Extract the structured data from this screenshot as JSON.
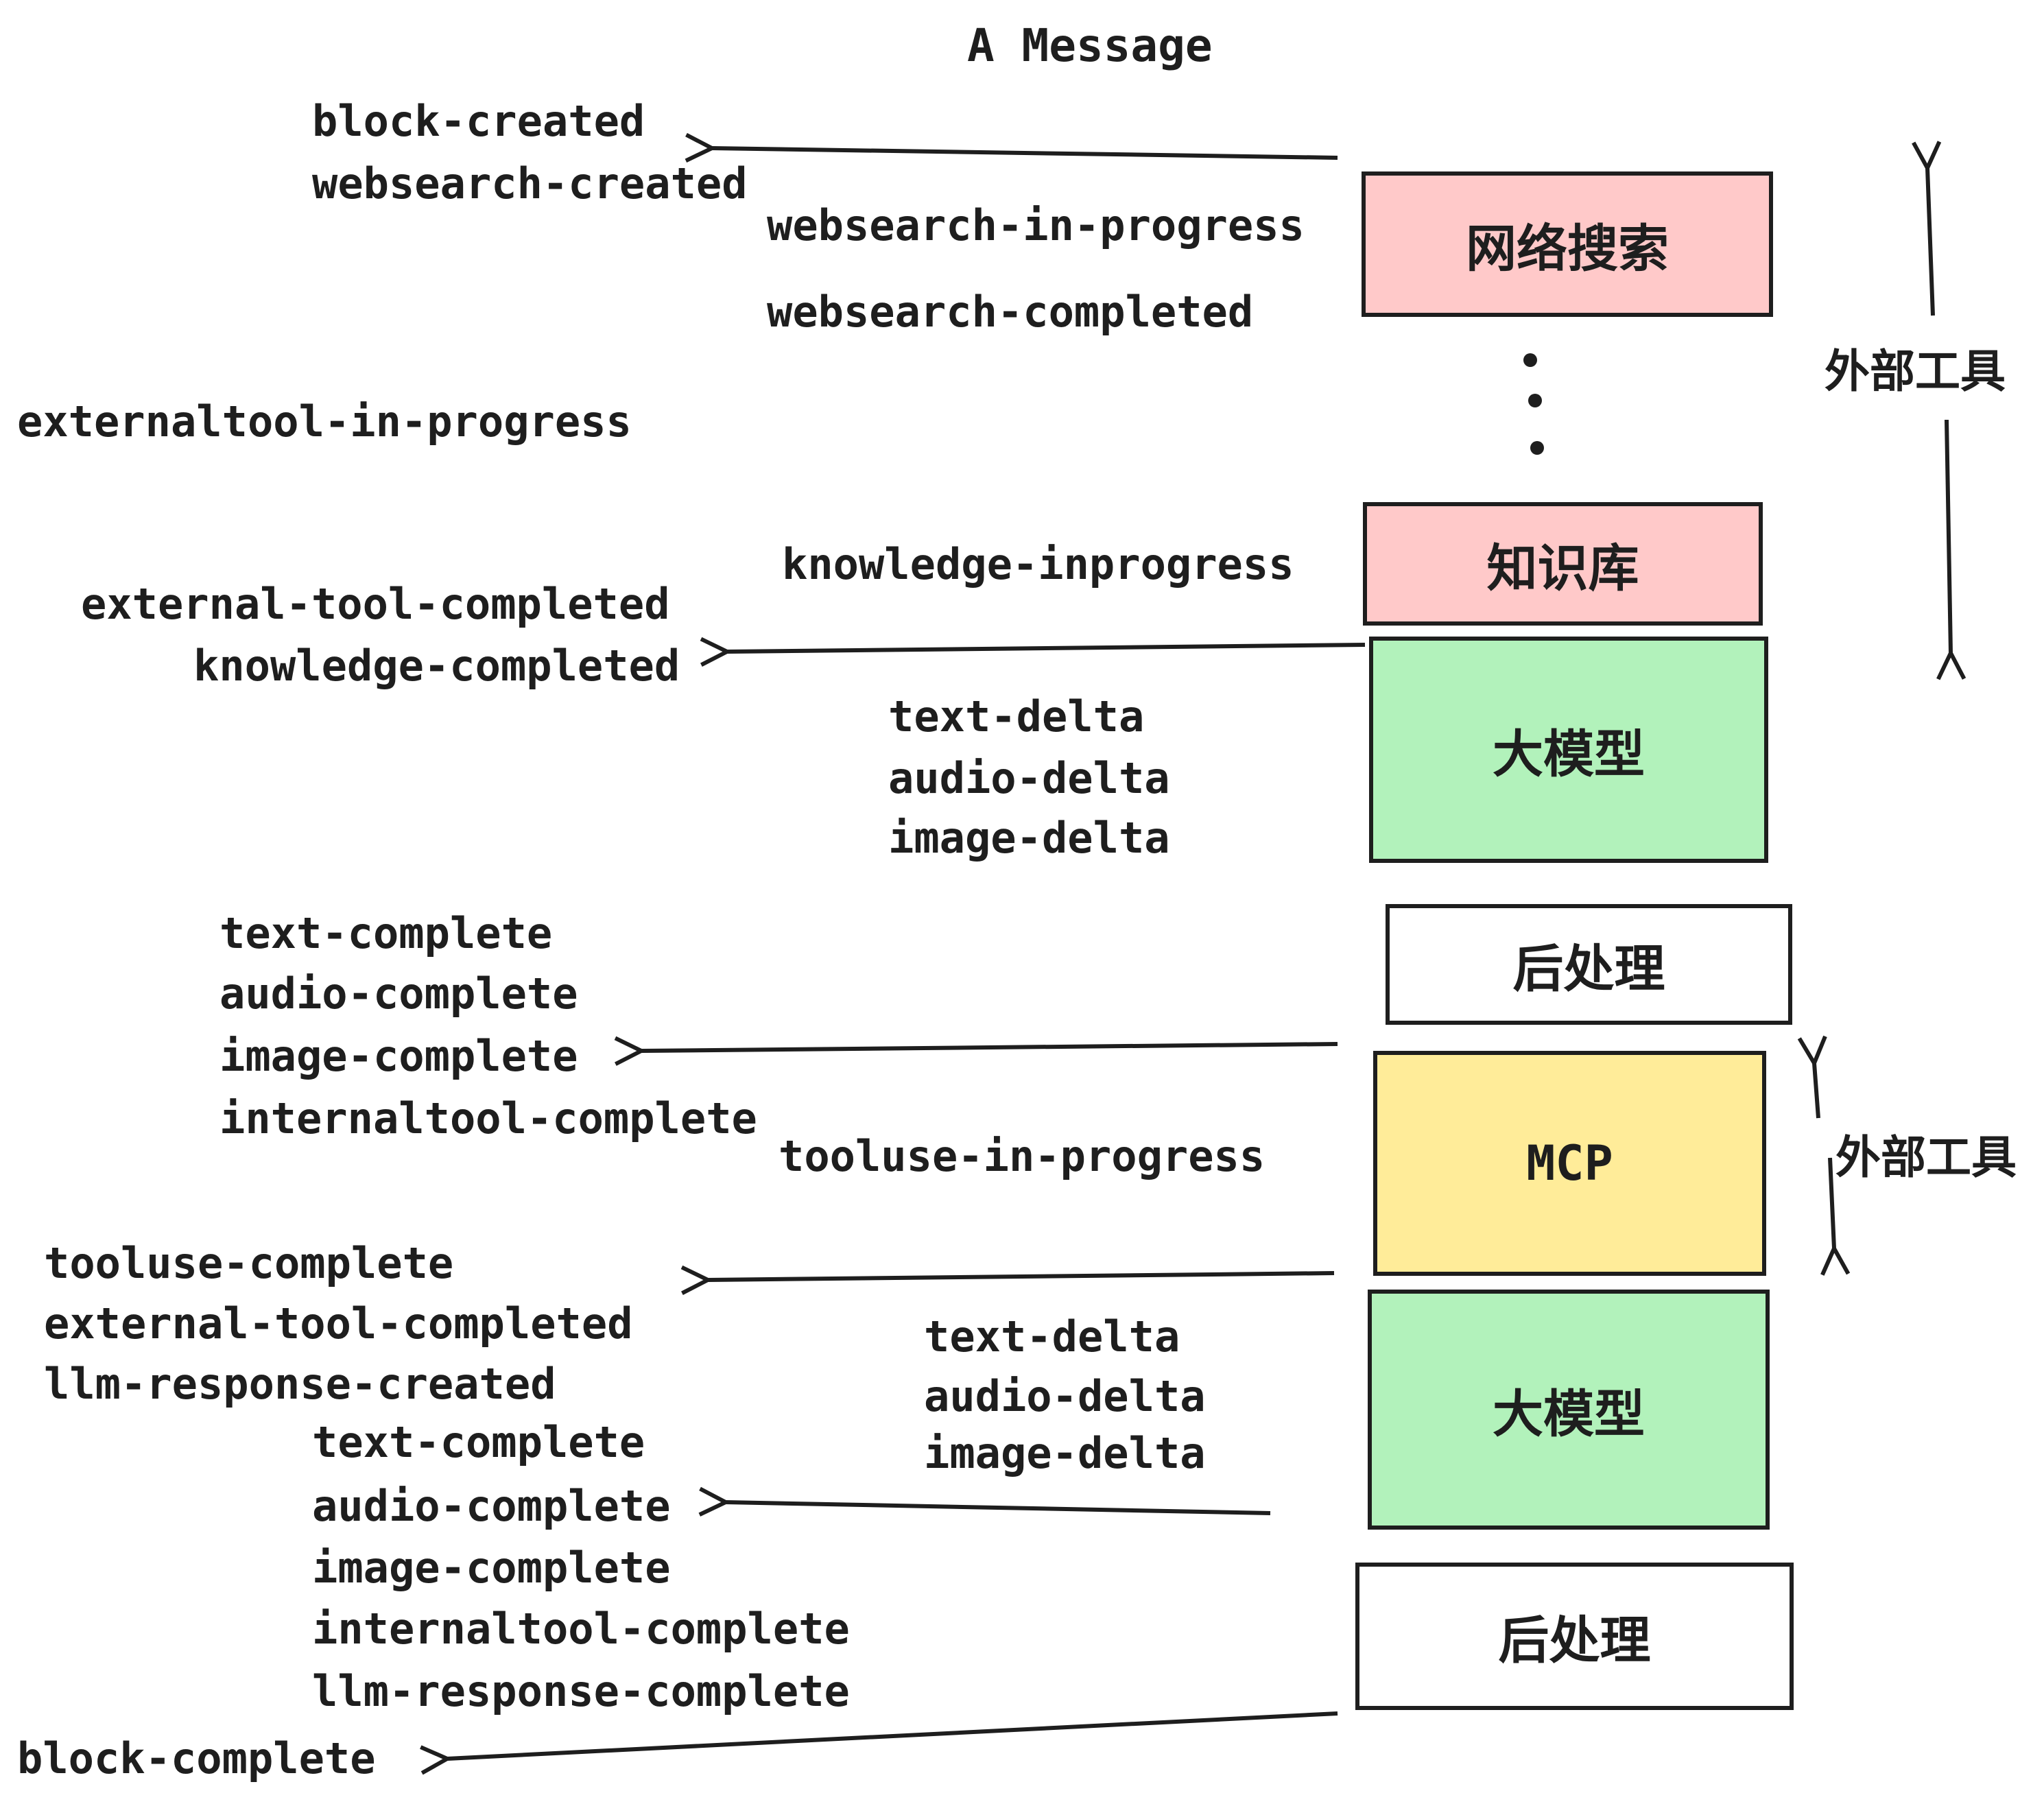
{
  "title": "A Message",
  "events": {
    "block_created": "block-created",
    "websearch_created": "websearch-created",
    "websearch_in_progress": "websearch-in-progress",
    "websearch_completed": "websearch-completed",
    "externaltool_in_progress": "externaltool-in-progress",
    "knowledge_inprogress": "knowledge-inprogress",
    "external_tool_completed": "external-tool-completed",
    "knowledge_completed": "knowledge-completed",
    "text_delta": "text-delta",
    "audio_delta": "audio-delta",
    "image_delta": "image-delta",
    "text_complete": "text-complete",
    "audio_complete": "audio-complete",
    "image_complete": "image-complete",
    "internaltool_complete": "internaltool-complete",
    "tooluse_in_progress": "tooluse-in-progress",
    "tooluse_complete": "tooluse-complete",
    "llm_response_created": "llm-response-created",
    "llm_response_complete": "llm-response-complete",
    "block_complete": "block-complete"
  },
  "boxes": {
    "websearch": {
      "label": "网络搜索",
      "fill": "#ffc9c9"
    },
    "knowledge": {
      "label": "知识库",
      "fill": "#ffc9c9"
    },
    "llm_1": {
      "label": "大模型",
      "fill": "#b2f2bb"
    },
    "post_1": {
      "label": "后处理",
      "fill": "#ffffff"
    },
    "mcp": {
      "label": "MCP",
      "fill": "#ffec99"
    },
    "llm_2": {
      "label": "大模型",
      "fill": "#b2f2bb"
    },
    "post_2": {
      "label": "后处理",
      "fill": "#ffffff"
    }
  },
  "annotations": {
    "external_tools_top": "外部工具",
    "external_tools_bottom": "外部工具"
  },
  "colors": {
    "ink": "#1e1e1e",
    "pink": "#ffc9c9",
    "green": "#b2f2bb",
    "yellow": "#ffec99",
    "white": "#ffffff"
  }
}
